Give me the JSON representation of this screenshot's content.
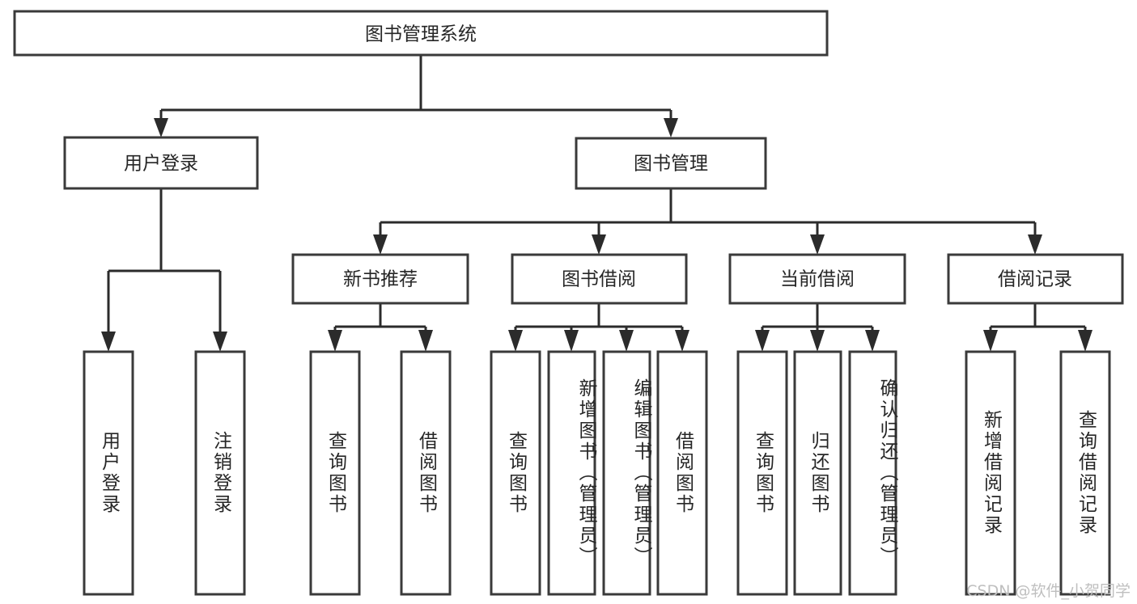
{
  "diagram": {
    "title": "图书管理系统",
    "type": "hierarchy-tree",
    "watermark": "CSDN @软件_小贺同学",
    "colors": {
      "box_border": "#3a3a3a",
      "connector": "#2b2b2b",
      "box_fill": "#ffffff",
      "text": "#262626",
      "watermark": "#bfbfbf",
      "background": "#ffffff"
    },
    "levels": {
      "root": {
        "label": "图书管理系统",
        "orientation": "horizontal"
      },
      "level2": [
        {
          "id": "user-login",
          "label": "用户登录",
          "orientation": "horizontal"
        },
        {
          "id": "book-management",
          "label": "图书管理",
          "orientation": "horizontal"
        }
      ],
      "level3": [
        {
          "id": "new-book-recommend",
          "label": "新书推荐",
          "orientation": "horizontal",
          "parent": "book-management"
        },
        {
          "id": "book-borrow",
          "label": "图书借阅",
          "orientation": "horizontal",
          "parent": "book-management"
        },
        {
          "id": "current-borrow",
          "label": "当前借阅",
          "orientation": "horizontal",
          "parent": "book-management"
        },
        {
          "id": "borrow-record",
          "label": "借阅记录",
          "orientation": "horizontal",
          "parent": "book-management"
        }
      ],
      "leaves": [
        {
          "id": "leaf-user-login",
          "label": "用户登录",
          "orientation": "vertical",
          "parent": "user-login"
        },
        {
          "id": "leaf-user-logout",
          "label": "注销登录",
          "orientation": "vertical",
          "parent": "user-login"
        },
        {
          "id": "leaf-query-book-1",
          "label": "查询图书",
          "orientation": "vertical",
          "parent": "new-book-recommend"
        },
        {
          "id": "leaf-borrow-book-1",
          "label": "借阅图书",
          "orientation": "vertical",
          "parent": "new-book-recommend"
        },
        {
          "id": "leaf-query-book-2",
          "label": "查询图书",
          "orientation": "vertical",
          "parent": "book-borrow"
        },
        {
          "id": "leaf-add-book",
          "label": "新增图书（管理员）",
          "orientation": "vertical",
          "parent": "book-borrow"
        },
        {
          "id": "leaf-edit-book",
          "label": "编辑图书（管理员）",
          "orientation": "vertical",
          "parent": "book-borrow"
        },
        {
          "id": "leaf-borrow-book-2",
          "label": "借阅图书",
          "orientation": "vertical",
          "parent": "book-borrow"
        },
        {
          "id": "leaf-query-book-3",
          "label": "查询图书",
          "orientation": "vertical",
          "parent": "current-borrow"
        },
        {
          "id": "leaf-return-book",
          "label": "归还图书",
          "orientation": "vertical",
          "parent": "current-borrow"
        },
        {
          "id": "leaf-confirm-return",
          "label": "确认归还（管理员）",
          "orientation": "vertical",
          "parent": "current-borrow"
        },
        {
          "id": "leaf-add-record",
          "label": "新增借阅记录",
          "orientation": "vertical",
          "parent": "borrow-record"
        },
        {
          "id": "leaf-query-record",
          "label": "查询借阅记录",
          "orientation": "vertical",
          "parent": "borrow-record"
        }
      ]
    }
  }
}
